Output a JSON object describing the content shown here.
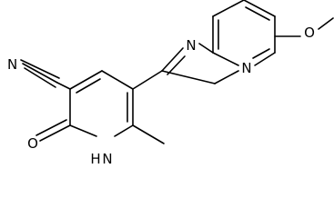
{
  "structure": {
    "atoms": {
      "nitrile_n": "N",
      "ring_nh": "N",
      "ring_nh_h": "H",
      "carbonyl_o": "O",
      "imidazole_n": "N",
      "bridgehead_n": "N",
      "methoxy_o": "O"
    },
    "colors": {
      "bond": "#000000",
      "text": "#000000",
      "background": "#ffffff"
    }
  }
}
